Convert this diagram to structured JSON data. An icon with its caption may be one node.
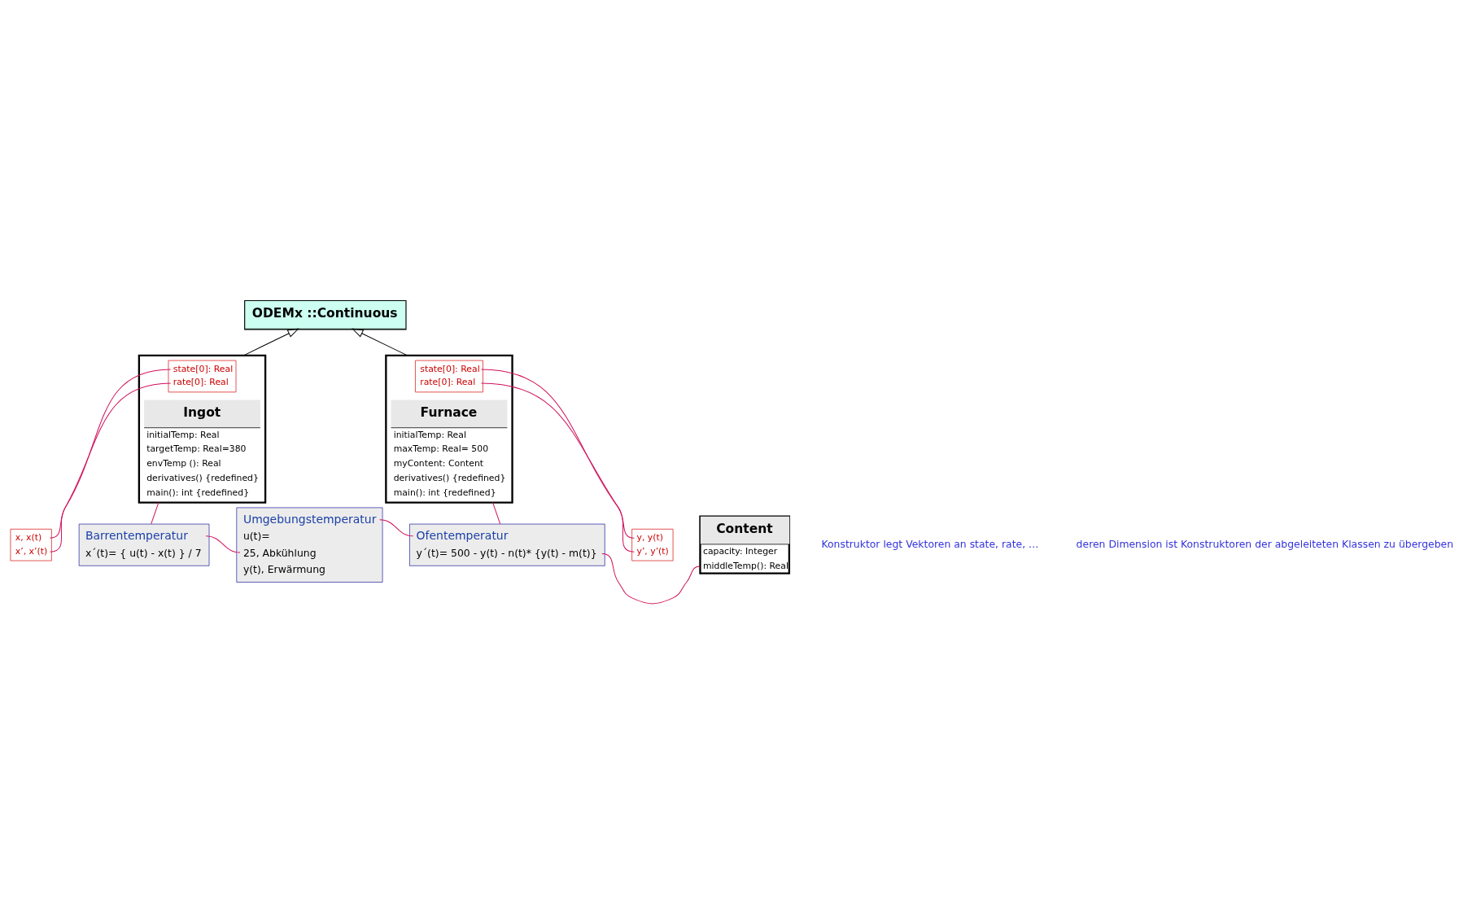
{
  "diagram": {
    "nodes": [
      {
        "text": [
          "ODEMx ::Continuous"
        ]
      },
      {
        "text": [
          "Ingot",
          "initialTemp: Real",
          "targetTemp: Real=380",
          "envTemp (): Real",
          "derivatives() {redefined}",
          "main(): int {redefined}"
        ]
      },
      {
        "text": [
          "state[0]: Real",
          "rate[0]: Real"
        ],
        "in": 1
      },
      {
        "text": [
          "Furnace",
          "initialTemp: Real",
          "maxTemp: Real= 500",
          "myContent: Content",
          "derivatives() {redefined}",
          "main(): int {redefined}"
        ]
      },
      {
        "text": [
          "state[0]: Real",
          "rate[0]: Real"
        ],
        "in": 3
      },
      {
        "text": [
          "x, x(t)",
          "x’, x’(t)"
        ]
      },
      {
        "text": [
          "y, y(t)",
          "y’, y’(t)"
        ]
      },
      {
        "text": [
          "Content",
          "capacity: Integer",
          "middleTemp(): Real"
        ]
      },
      {
        "text": [
          "Barrentemperatur",
          "x´(t)= { u(t) - x(t) } / 7"
        ]
      },
      {
        "text": [
          "Umgebungstemperatur",
          "u(t)=",
          "25, Abkühlung",
          "y(t), Erwärmung"
        ]
      },
      {
        "text": [
          "Ofentemperatur",
          "y´(t)= 500 - y(t) - n(t)* {y(t) - m(t)}"
        ]
      }
    ],
    "edges": [
      {
        "from": 1,
        "to": 0,
        "arrow": "to",
        "color": "#000000"
      },
      {
        "from": 3,
        "to": 0,
        "arrow": "to",
        "color": "#000000"
      },
      {
        "from": 5,
        "to": 2,
        "arrow": "none"
      },
      {
        "from": 5,
        "to": 2,
        "arrow": "none"
      },
      {
        "from": 6,
        "to": 4,
        "arrow": "none"
      },
      {
        "from": 6,
        "to": 4,
        "arrow": "none"
      },
      {
        "from": 8,
        "to": 1,
        "arrow": "none"
      },
      {
        "from": 8,
        "to": 9,
        "arrow": "none"
      },
      {
        "from": 9,
        "to": 10,
        "arrow": "none"
      },
      {
        "from": 10,
        "to": 3,
        "arrow": "none"
      },
      {
        "from": 7,
        "to": 10,
        "arrow": "none"
      }
    ],
    "labels": [
      "Konstruktor legt Vektoren an state, rate, …",
      "deren Dimension ist Konstruktoren der abgeleiteten Klassen zu übergeben"
    ]
  }
}
